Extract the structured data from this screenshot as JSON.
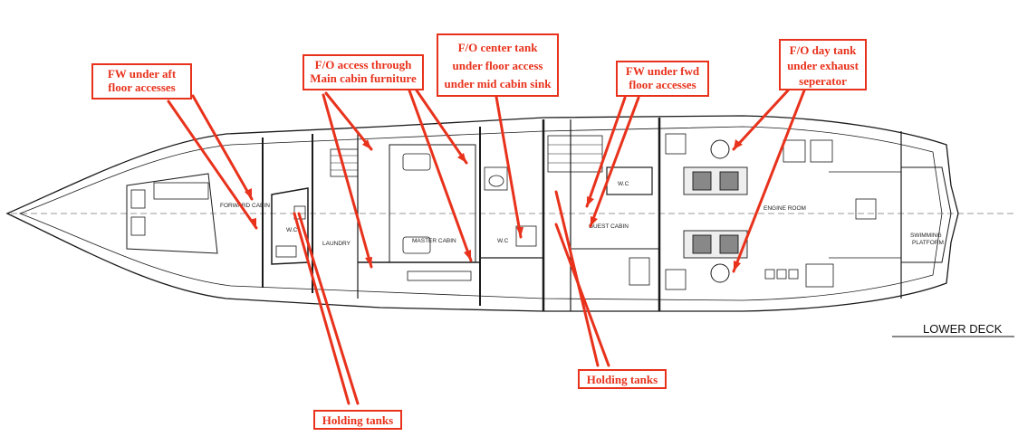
{
  "diagram": {
    "deck_title": "LOWER DECK",
    "rooms": {
      "forward_cabin": "FORWARD CABIN",
      "wc_forward": "W.C",
      "laundry": "LAUNDRY",
      "master_cabin": "MASTER CABIN",
      "wc_mid": "W.C",
      "wc_guest": "W.C",
      "guest_cabin": "GUEST CABIN",
      "engine_room": "ENGINE ROOM",
      "swimming_platform_line1": "SWIMMING",
      "swimming_platform_line2": "PLATFORM"
    },
    "callouts": {
      "fw_aft": "FW under aft\nfloor accesses",
      "fo_access": "F/O access through\nMain cabin furniture",
      "fo_center": "F/O center tank\nunder floor access\nunder mid cabin sink",
      "fw_fwd": "FW under fwd\nfloor accesses",
      "fo_day": "F/O day tank\nunder exhaust\nseperator",
      "holding_left": "Holding tanks",
      "holding_right": "Holding tanks"
    },
    "colors": {
      "callout": "#e8321c",
      "line": "#1a1a1a"
    }
  }
}
